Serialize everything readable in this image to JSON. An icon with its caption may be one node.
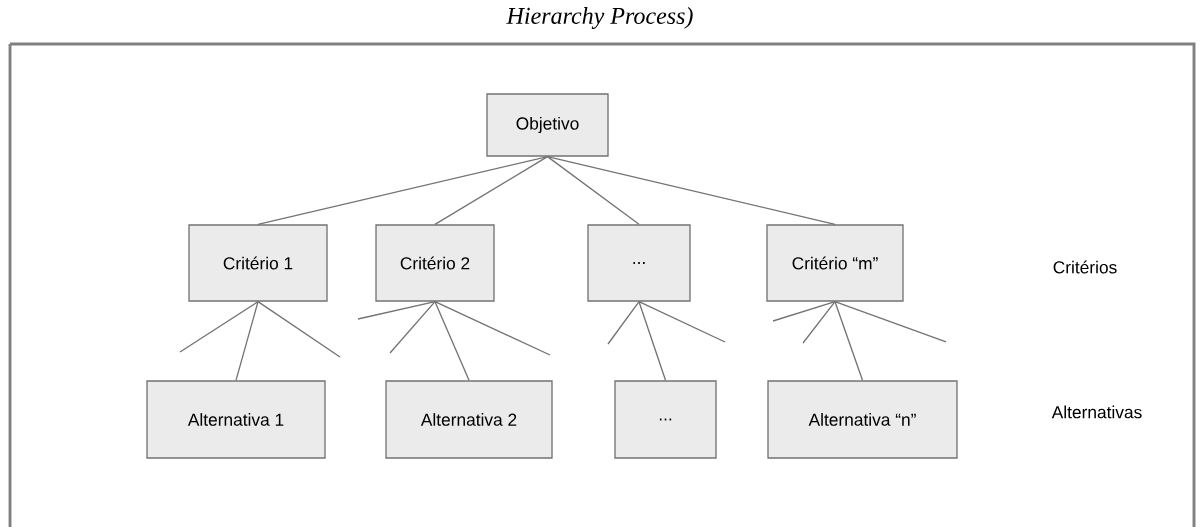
{
  "diagram": {
    "nodes": [
      {
        "text": [
          "Objetivo"
        ]
      },
      {
        "text": [
          "Critério 1"
        ]
      },
      {
        "text": [
          "Critério 2"
        ]
      },
      {
        "text": [
          "..."
        ]
      },
      {
        "text": [
          "Critério “m”"
        ]
      },
      {
        "text": [
          "Alternativa 1"
        ]
      },
      {
        "text": [
          "Alternativa 2"
        ]
      },
      {
        "text": [
          "..."
        ]
      },
      {
        "text": [
          "Alternativa “n”"
        ]
      }
    ],
    "edges": [
      {
        "from": 0,
        "to": 1,
        "arrow": "none"
      },
      {
        "from": 0,
        "to": 2,
        "arrow": "none"
      },
      {
        "from": 0,
        "to": 3,
        "arrow": "none"
      },
      {
        "from": 0,
        "to": 4,
        "arrow": "none"
      },
      {
        "from": 1,
        "to": null,
        "arrow": "none"
      },
      {
        "from": 1,
        "to": 5,
        "arrow": "none"
      },
      {
        "from": 1,
        "to": null,
        "arrow": "none"
      },
      {
        "from": 2,
        "to": null,
        "arrow": "none"
      },
      {
        "from": 2,
        "to": null,
        "arrow": "none"
      },
      {
        "from": 2,
        "to": 6,
        "arrow": "none"
      },
      {
        "from": 2,
        "to": null,
        "arrow": "none"
      },
      {
        "from": 3,
        "to": null,
        "arrow": "none"
      },
      {
        "from": 3,
        "to": 7,
        "arrow": "none"
      },
      {
        "from": 3,
        "to": null,
        "arrow": "none"
      },
      {
        "from": 4,
        "to": null,
        "arrow": "none"
      },
      {
        "from": 4,
        "to": null,
        "arrow": "none"
      },
      {
        "from": 4,
        "to": 8,
        "arrow": "none"
      },
      {
        "from": 4,
        "to": null,
        "arrow": "none"
      }
    ],
    "labels": [
      "Hierarchy Process)",
      "Critérios",
      "Alternativas"
    ]
  }
}
